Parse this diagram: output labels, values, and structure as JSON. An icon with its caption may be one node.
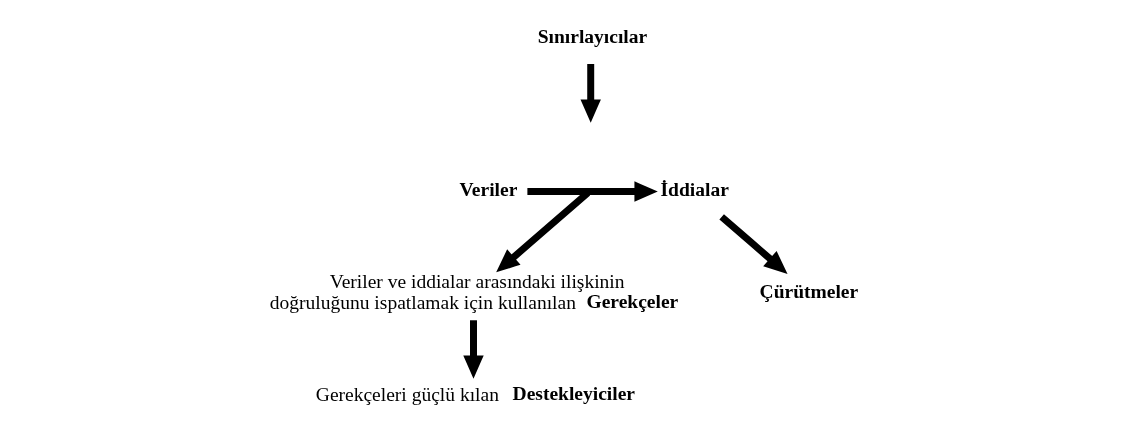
{
  "diagram": {
    "nodes": [
      {
        "text": [
          "Veriler"
        ]
      },
      {
        "text": [
          "Sınırlayıcılar"
        ]
      },
      {
        "text": [
          "İddialar"
        ]
      },
      {
        "text": [
          "Veriler ve iddialar arasındaki ilişkinin doğruluğunu ispatlamak için kullanılan **Gerekçeler**"
        ]
      },
      {
        "text": [
          "Çürütmeler"
        ]
      },
      {
        "text": [
          "Gerekçeleri güçlü kılan **Destekleyiciler**"
        ]
      }
    ],
    "edges": [
      {
        "from": 0,
        "to": 2,
        "arrow": "to"
      },
      {
        "from": 1,
        "to": null,
        "arrow": "to"
      },
      {
        "from": null,
        "to": 3,
        "arrow": "to"
      },
      {
        "from": 2,
        "to": 4,
        "arrow": "to"
      },
      {
        "from": 3,
        "to": 5,
        "arrow": "to"
      }
    ]
  }
}
